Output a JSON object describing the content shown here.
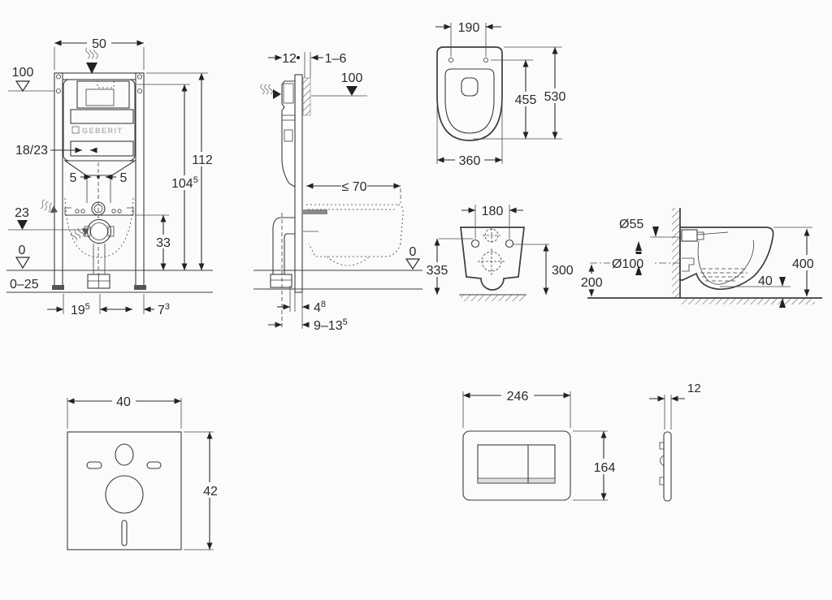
{
  "brand": "GEBERIT",
  "frame_front": {
    "width": "50",
    "supply_height": "100",
    "bolt_spacing": "18/23",
    "five_left": "5",
    "five_right": "5",
    "total_height": "112",
    "height_base": "104",
    "height_sup": "5",
    "drain_height": "23",
    "drain_to_floor": "33",
    "floor_zero": "0",
    "adjust_range": "0–25",
    "left_span_base": "19",
    "left_span_sup": "5",
    "right_span_base": "7",
    "right_span_sup": "3"
  },
  "frame_side": {
    "depth": "12",
    "wall_gap": "1–6",
    "supply_height": "100",
    "max_offset": "≤ 70",
    "floor_zero": "0",
    "offset_base": "4",
    "offset_sup": "8",
    "range_base": "9–13",
    "range_sup": "5"
  },
  "bowl_top": {
    "hole_spacing": "190",
    "seat_depth": "455",
    "total_depth": "530",
    "width": "360"
  },
  "bowl_front": {
    "hole_spacing": "180",
    "height_left": "335",
    "height_right": "300"
  },
  "bowl_side": {
    "inlet_dia": "Ø55",
    "outlet_dia": "Ø100",
    "outlet_height": "200",
    "total_depth": "400",
    "bottom_clearance": "40"
  },
  "sound_mat": {
    "width": "40",
    "height": "42"
  },
  "flush_plate_front": {
    "width": "246",
    "height": "164"
  },
  "flush_plate_side": {
    "thickness": "12"
  }
}
